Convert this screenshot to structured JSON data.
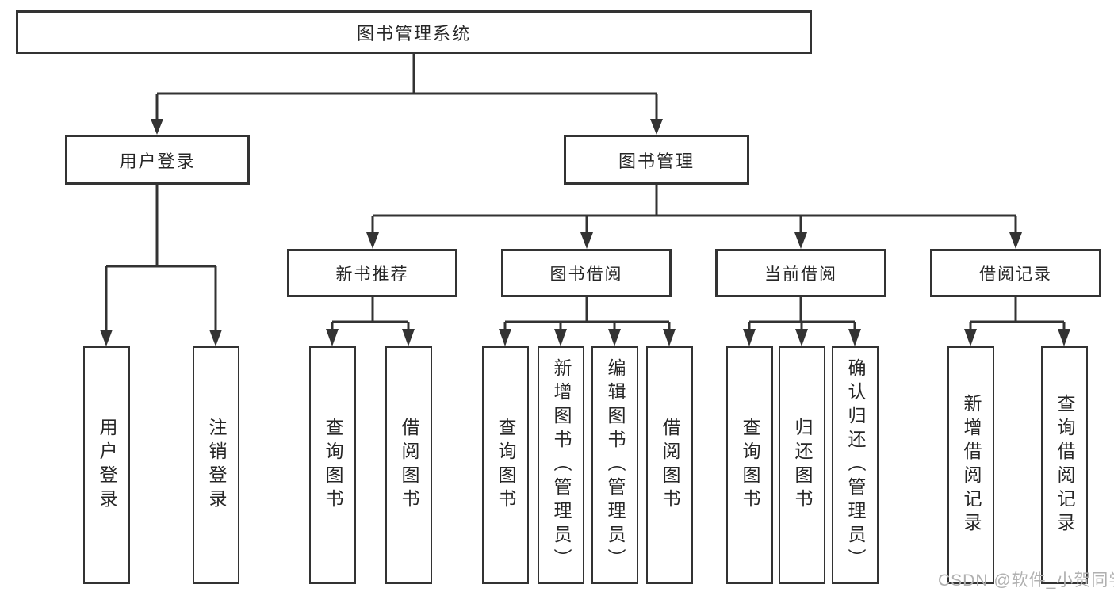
{
  "diagram": {
    "title": "图书管理系统",
    "branches": [
      {
        "label": "用户登录",
        "leaves": [
          "用户登录",
          "注销登录"
        ]
      },
      {
        "label": "图书管理",
        "sections": [
          {
            "label": "新书推荐",
            "leaves": [
              "查询图书",
              "借阅图书"
            ]
          },
          {
            "label": "图书借阅",
            "leaves": [
              "查询图书",
              "新增图书（管理员）",
              "编辑图书（管理员）",
              "借阅图书"
            ]
          },
          {
            "label": "当前借阅",
            "leaves": [
              "查询图书",
              "归还图书",
              "确认归还（管理员）"
            ]
          },
          {
            "label": "借阅记录",
            "leaves": [
              "新增借阅记录",
              "查询借阅记录"
            ]
          }
        ]
      }
    ]
  },
  "watermark": "CSDN @软件_小贺同学",
  "colors": {
    "line": "#333333",
    "text": "#262626",
    "background": "#ffffff",
    "watermark": "#b0b0b0"
  }
}
